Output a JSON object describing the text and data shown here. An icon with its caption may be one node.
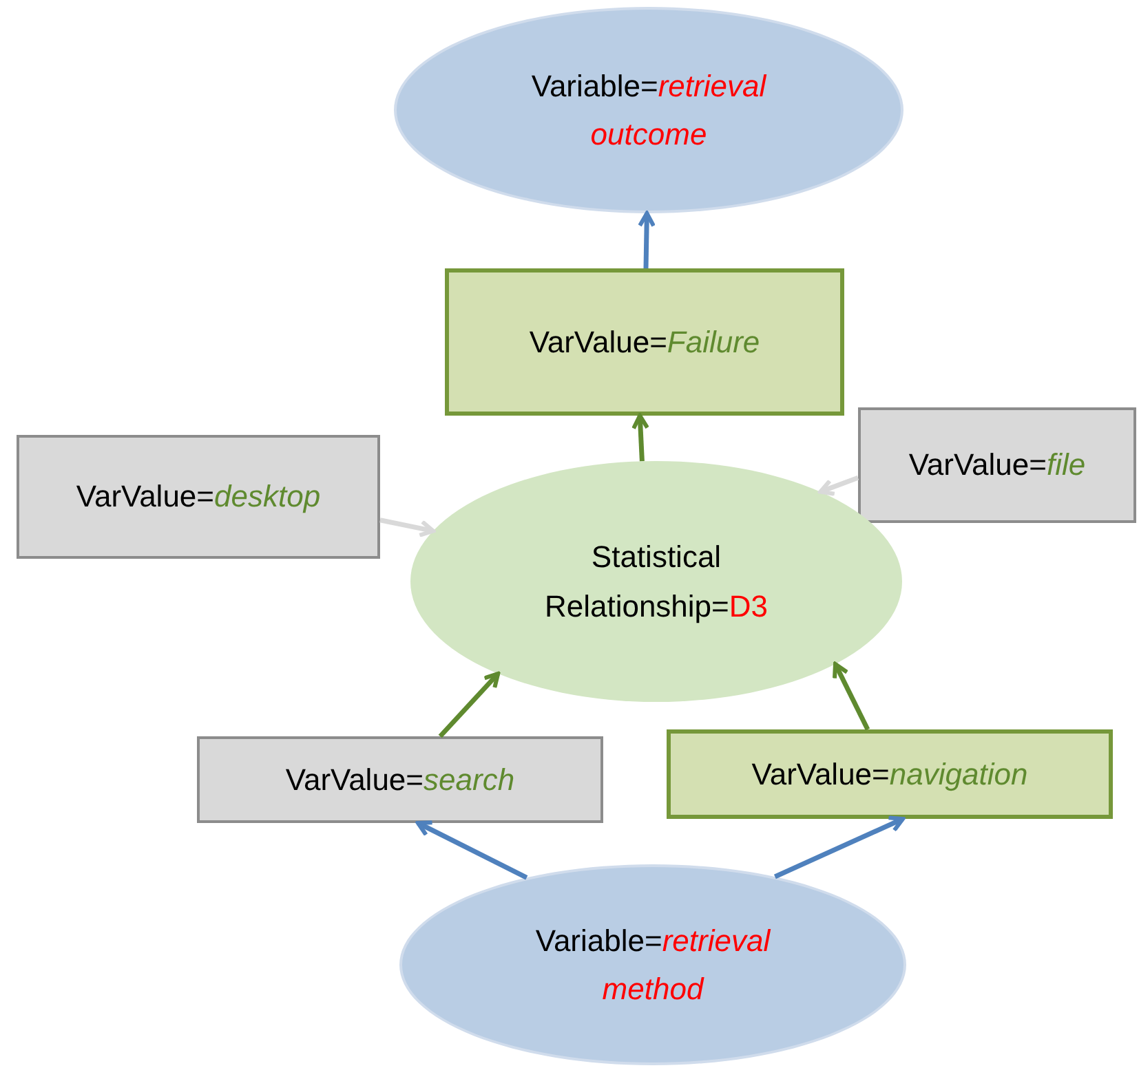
{
  "diagram": {
    "nodes": [
      {
        "text": [
          "Variable=*retrieval outcome*"
        ]
      },
      {
        "text": [
          "VarValue=*Failure*"
        ]
      },
      {
        "text": [
          "VarValue=*desktop*"
        ]
      },
      {
        "text": [
          "VarValue=*file*"
        ]
      },
      {
        "text": [
          "Statistical Relationship=*D3*"
        ]
      },
      {
        "text": [
          "VarValue=*search*"
        ]
      },
      {
        "text": [
          "VarValue=*navigation*"
        ]
      },
      {
        "text": [
          "Variable=*retrieval method*"
        ]
      }
    ],
    "edges": [
      {
        "from": 1,
        "to": 0,
        "arrow": "to",
        "color": "#4f81bd"
      },
      {
        "from": 4,
        "to": 1,
        "arrow": "to",
        "color": "#5f8a2f"
      },
      {
        "from": 2,
        "to": 4,
        "arrow": "to",
        "color": "#d9d9d9"
      },
      {
        "from": 3,
        "to": 4,
        "arrow": "to",
        "color": "#d9d9d9"
      },
      {
        "from": 5,
        "to": 4,
        "arrow": "to",
        "color": "#5f8a2f"
      },
      {
        "from": 6,
        "to": 4,
        "arrow": "to",
        "color": "#5f8a2f"
      },
      {
        "from": 7,
        "to": 5,
        "arrow": "to",
        "color": "#4f81bd"
      },
      {
        "from": 7,
        "to": 6,
        "arrow": "to",
        "color": "#4f81bd"
      }
    ]
  }
}
